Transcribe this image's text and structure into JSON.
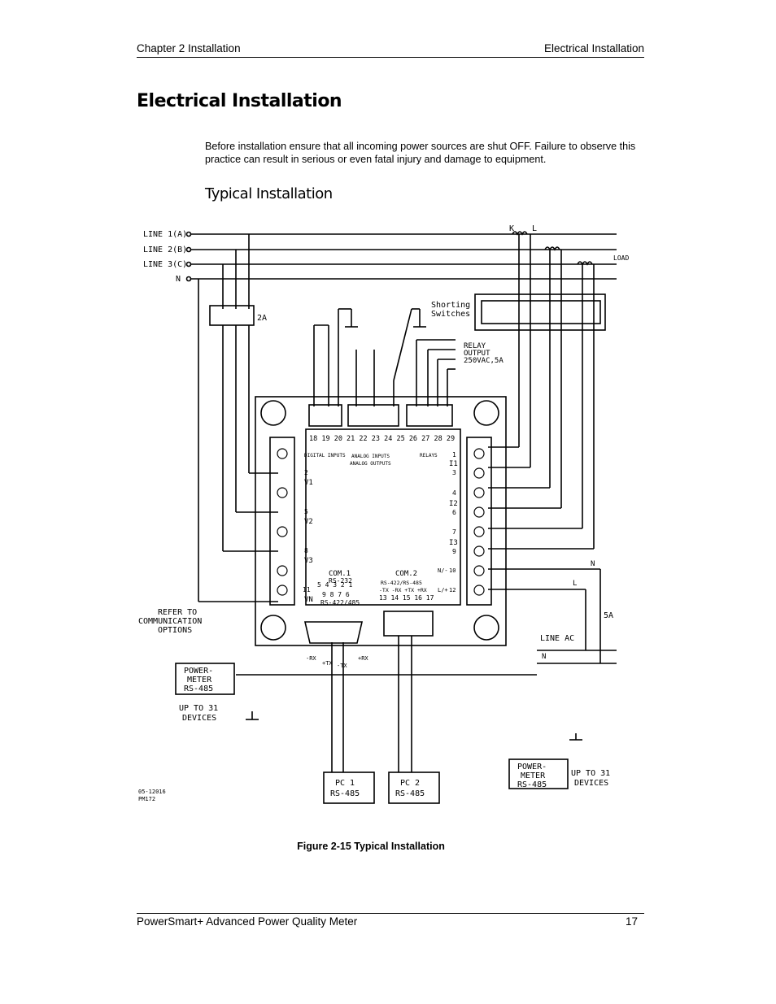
{
  "header": {
    "left": "Chapter 2  Installation",
    "right": "Electrical Installation"
  },
  "title": "Electrical Installation",
  "paragraph": "Before installation ensure that all incoming power sources are shut OFF. Failure to observe this practice can result in serious or even fatal injury and damage to equipment.",
  "subtitle": "Typical Installation",
  "diagram": {
    "lines": [
      "LINE 1(A)",
      "LINE 2(B)",
      "LINE 3(C)",
      "N"
    ],
    "fuse": "2A",
    "load": "LOAD",
    "ct_k": "K",
    "ct_l": "L",
    "shorting": [
      "Shorting",
      "Switches"
    ],
    "relay": [
      "RELAY",
      "OUTPUT",
      "250VAC,5A"
    ],
    "terminals_top": "18 19 20  21 22 23 24 25  26 27 28 29",
    "digital_inputs": "DIGITAL INPUTS",
    "analog_inputs": "ANALOG INPUTS",
    "analog_outputs": "ANALOG OUTPUTS",
    "relays": "RELAYS",
    "v_labels": [
      "V1",
      "V2",
      "V3",
      "VN"
    ],
    "v_nums": [
      "2",
      "5",
      "8",
      "11"
    ],
    "i_labels": [
      "I1",
      "I2",
      "I3"
    ],
    "i_nums": [
      "1",
      "3",
      "4",
      "6",
      "7",
      "9"
    ],
    "com1": "COM.1",
    "rs232": "RS-232",
    "rs422": "RS-422/485",
    "com1_pins": "5  4  3  2  1",
    "com1_pins2": "9  8  7  6",
    "com2": "COM.2",
    "com2_head": "RS-422/RS-485",
    "com2_sig": "-TX -RX +TX +RX",
    "com2_pins": "13 14 15 16 17",
    "nl": [
      "N/-",
      "L/+"
    ],
    "nl_nums": [
      "10",
      "12"
    ],
    "refer": [
      "REFER TO",
      "COMMUNICATION",
      "OPTIONS"
    ],
    "signals": [
      "-RX",
      "+TX",
      "-TX",
      "+RX"
    ],
    "power_meter": [
      "POWER-",
      "METER",
      "RS-485"
    ],
    "up_to": [
      "UP TO 31",
      "DEVICES"
    ],
    "pc1": [
      "PC 1",
      "RS-485"
    ],
    "pc2": [
      "PC 2",
      "RS-485"
    ],
    "line_ac": "LINE AC",
    "fuse_ac": "5A",
    "n_label": "N",
    "l_label": "L",
    "code": [
      "05-12016",
      "PM172"
    ]
  },
  "caption": "Figure 2-15 Typical Installation",
  "footer": {
    "left": "PowerSmart+ Advanced Power Quality Meter",
    "right": "17"
  }
}
